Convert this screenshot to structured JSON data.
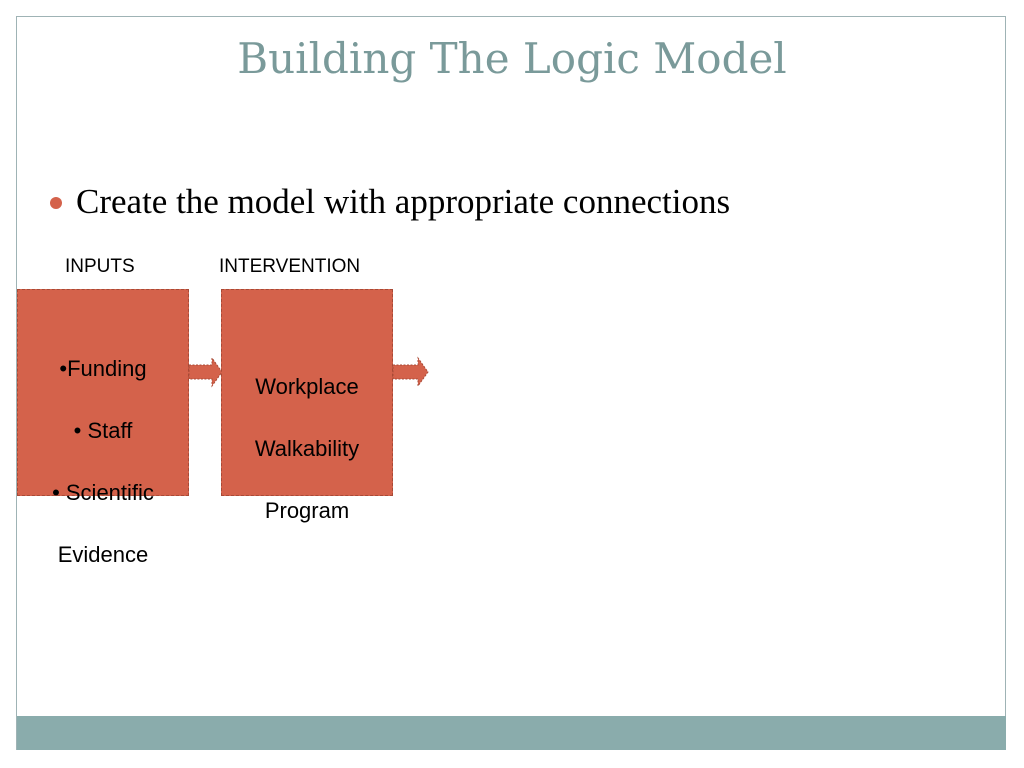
{
  "slide": {
    "title": "Building The Logic Model",
    "bullet": "Create the model with appropriate connections"
  },
  "diagram": {
    "columns": {
      "inputs_label": "INPUTS",
      "intervention_label": "INTERVENTION"
    },
    "inputs_box": {
      "lines": [
        "•Funding",
        "• Staff",
        "• Scientific",
        "Evidence"
      ]
    },
    "intervention_box": {
      "lines": [
        "Workplace",
        "Walkability",
        "Program"
      ]
    }
  },
  "colors": {
    "title": "#7a9a9a",
    "bullet": "#d4624b",
    "box_fill": "#d4624b",
    "box_border": "#a84a36",
    "footer": "#8aacac"
  }
}
